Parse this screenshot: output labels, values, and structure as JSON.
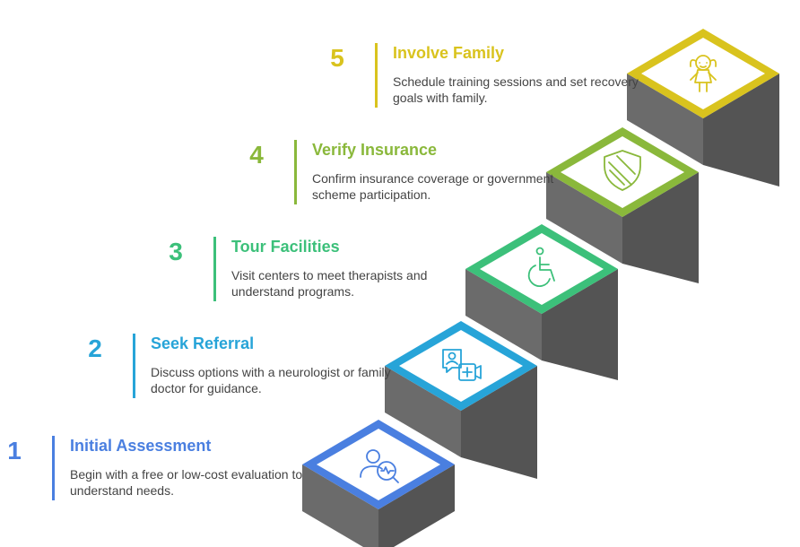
{
  "steps": [
    {
      "number": "1",
      "title": "Initial Assessment",
      "description": "Begin with a free or low-cost evaluation to understand needs.",
      "color": "#4a7fe0",
      "icon": "person-health-search-icon"
    },
    {
      "number": "2",
      "title": "Seek Referral",
      "description": "Discuss options with a neurologist or family doctor for guidance.",
      "color": "#27a4d8",
      "icon": "telehealth-doctor-icon"
    },
    {
      "number": "3",
      "title": "Tour Facilities",
      "description": "Visit centers to meet therapists and understand programs.",
      "color": "#3cc07a",
      "icon": "wheelchair-icon"
    },
    {
      "number": "4",
      "title": "Verify Insurance",
      "description": "Confirm insurance coverage or government scheme participation.",
      "color": "#8ab83b",
      "icon": "shield-icon"
    },
    {
      "number": "5",
      "title": "Involve Family",
      "description": "Schedule training sessions and set recovery goals with family.",
      "color": "#d9c31e",
      "icon": "child-icon"
    }
  ]
}
